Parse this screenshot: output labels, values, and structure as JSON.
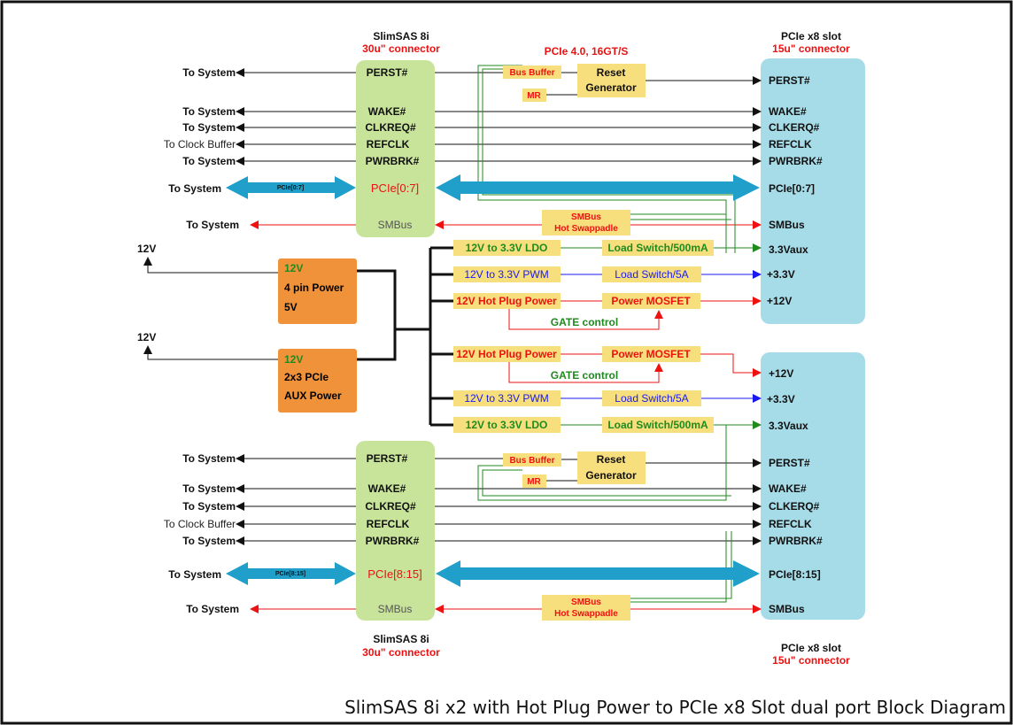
{
  "title": "SlimSAS 8i x2 with Hot Plug Power to PCIe x8 Slot dual port Block Diagram",
  "pcie_speed": "PCIe 4.0, 16GT/S",
  "slimsas": {
    "name": "SlimSAS 8i",
    "connector": "30u\" connector"
  },
  "slot": {
    "name": "PCIe x8 slot",
    "connector": "15u\" connector"
  },
  "system_labels": {
    "to_system": "To System",
    "to_clock_buffer": "To Clock Buffer"
  },
  "top_port": {
    "slimsas_signals": [
      "PERST#",
      "WAKE#",
      "CLKREQ#",
      "REFCLK",
      "PWRBRK#"
    ],
    "pcie_lanes": "PCIe[0:7]",
    "smbus": "SMBus",
    "slot_signals": [
      "PERST#",
      "WAKE#",
      "CLKERQ#",
      "REFCLK",
      "PWRBRK#",
      "PCIe[0:7]",
      "SMBus",
      "3.3Vaux",
      "+3.3V",
      "+12V"
    ]
  },
  "bottom_port": {
    "slimsas_signals": [
      "PERST#",
      "WAKE#",
      "CLKREQ#",
      "REFCLK",
      "PWRBRK#"
    ],
    "pcie_lanes": "PCIe[8:15]",
    "smbus": "SMBus",
    "slot_signals": [
      "+12V",
      "+3.3V",
      "3.3Vaux",
      "PERST#",
      "WAKE#",
      "CLKERQ#",
      "REFCLK",
      "PWRBRK#",
      "PCIe[8:15]",
      "SMBus"
    ]
  },
  "blocks": {
    "bus_buffer": "Bus Buffer",
    "mr": "MR",
    "reset": "Reset",
    "generator": "Generator",
    "smbus_hot_1": "SMBus",
    "smbus_hot_2": "Hot Swappadle",
    "ldo": "12V to 3.3V LDO",
    "pwm": "12V to 3.3V PWM",
    "hot_plug": "12V Hot Plug Power",
    "load_500": "Load Switch/500mA",
    "load_5a": "Load Switch/5A",
    "mosfet": "Power MOSFET",
    "gate": "GATE control"
  },
  "power": {
    "input_12v": "12V",
    "box1": [
      "12V",
      "4 pin Power",
      "5V"
    ],
    "box2": [
      "12V",
      "2x3 PCIe",
      "AUX Power"
    ]
  },
  "colors": {
    "slimsas_fill": "#c8e39a",
    "slot_fill": "#a6dbe8",
    "block_fill": "#f8df7e",
    "power_fill": "#f0923a",
    "lane_arrow": "#1f9fc9"
  }
}
